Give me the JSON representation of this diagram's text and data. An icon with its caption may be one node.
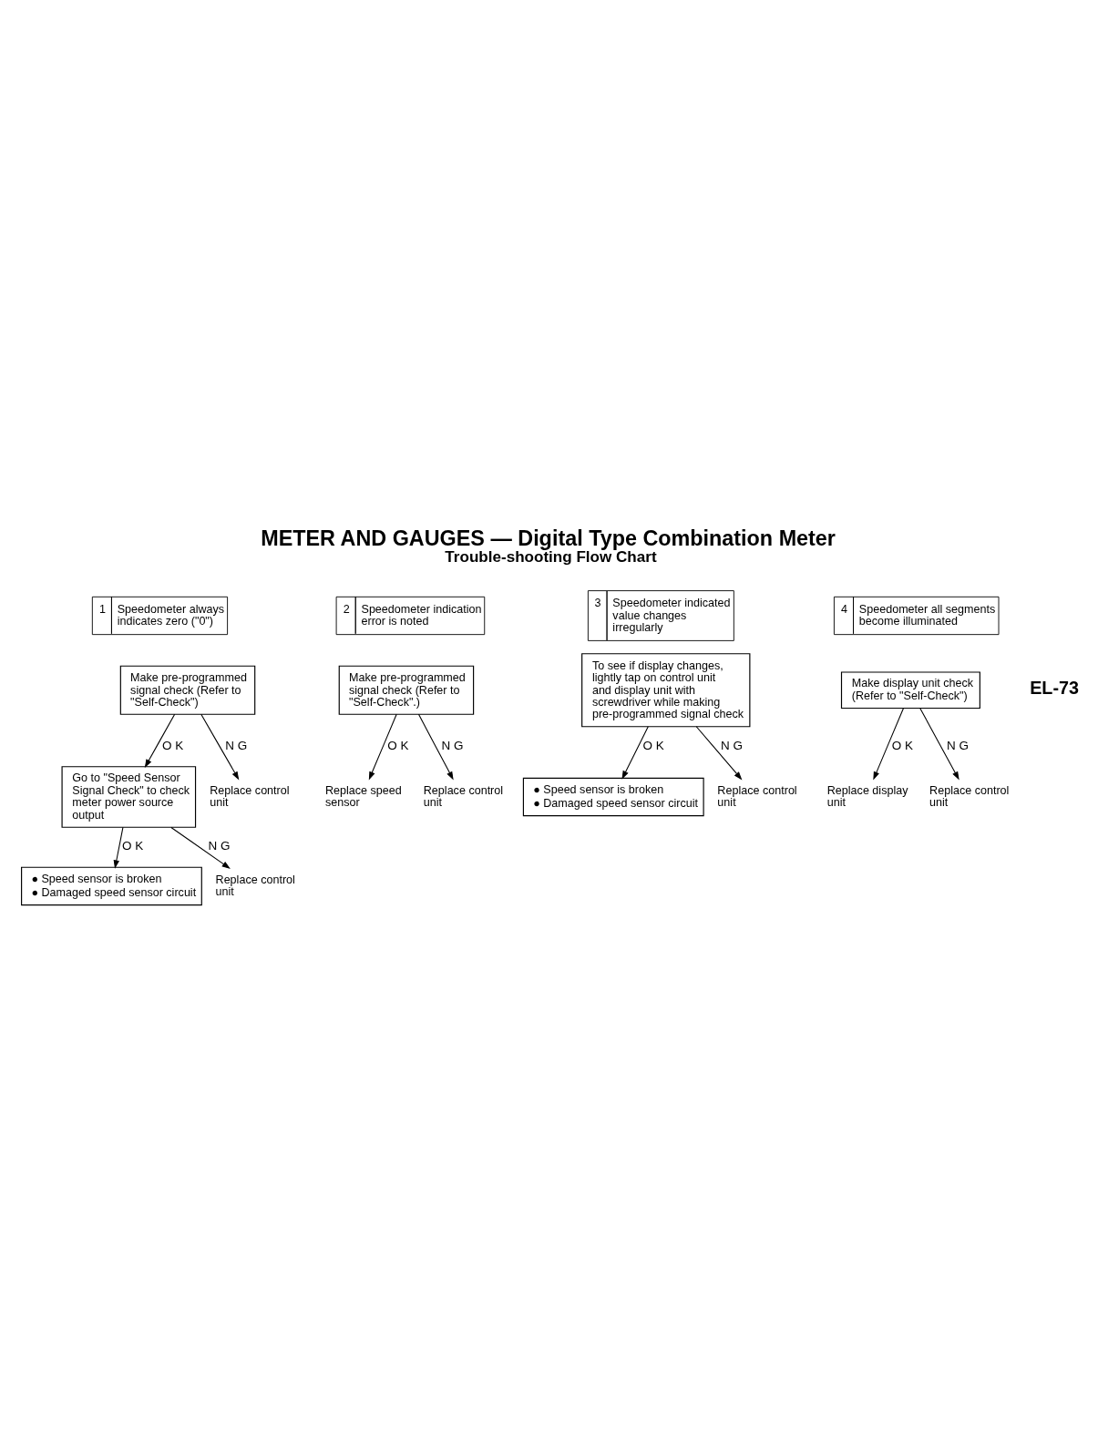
{
  "diagram": {
    "title": "METER AND GAUGES — Digital Type Combination Meter",
    "caption": "Trouble-shooting Flow Chart",
    "nodes": [
      {
        "text": [
          "1",
          "Speedometer always indicates zero (\"0\")"
        ]
      },
      {
        "text": [
          "Make pre-programmed signal check (Refer to \"Self-Check\")"
        ]
      },
      {
        "text": [
          "Replace control unit"
        ]
      },
      {
        "text": [
          "Go to \"Speed Sensor Signal Check\" to check meter power source output"
        ]
      },
      {
        "text": [
          "Replace control unit"
        ]
      },
      {
        "text": [
          "● Speed sensor is broken",
          "● Damaged speed sensor circuit"
        ]
      },
      {
        "text": [
          "2",
          "Speedometer indication error is noted"
        ]
      },
      {
        "text": [
          "Make pre-programmed signal check (Refer to \"Self-Check\".)"
        ]
      },
      {
        "text": [
          "Replace speed sensor"
        ]
      },
      {
        "text": [
          "Replace control unit"
        ]
      },
      {
        "text": [
          "3",
          "Speedometer indicated value changes irregularly"
        ]
      },
      {
        "text": [
          "To see if display changes, lightly tap on control unit and display unit with screwdriver while making pre-programmed signal check"
        ]
      },
      {
        "text": [
          "Replace control unit"
        ]
      },
      {
        "text": [
          "● Speed sensor is broken",
          "● Damaged speed sensor circuit"
        ]
      },
      {
        "text": [
          "4",
          "Speedometer all segments become illuminated"
        ]
      },
      {
        "text": [
          "Make display unit check (Refer to \"Self-Check\")"
        ]
      },
      {
        "text": [
          "Replace display unit"
        ]
      },
      {
        "text": [
          "Replace control unit"
        ]
      }
    ],
    "edges": [
      {
        "from": 1,
        "to": 3,
        "arrow": "to",
        "label": "O K"
      },
      {
        "from": 1,
        "to": 2,
        "arrow": "to",
        "label": "N G"
      },
      {
        "from": 3,
        "to": 5,
        "arrow": "to",
        "label": "O K"
      },
      {
        "from": 3,
        "to": 4,
        "arrow": "to",
        "label": "N G"
      },
      {
        "from": 7,
        "to": 8,
        "arrow": "to",
        "label": "O K"
      },
      {
        "from": 7,
        "to": 9,
        "arrow": "to",
        "label": "N G"
      },
      {
        "from": 11,
        "to": 13,
        "arrow": "to",
        "label": "O K"
      },
      {
        "from": 11,
        "to": 12,
        "arrow": "to",
        "label": "N G"
      },
      {
        "from": 15,
        "to": 16,
        "arrow": "to",
        "label": "O K"
      },
      {
        "from": 15,
        "to": 17,
        "arrow": "to",
        "label": "N G"
      }
    ],
    "labels": [
      "EL-73"
    ]
  }
}
